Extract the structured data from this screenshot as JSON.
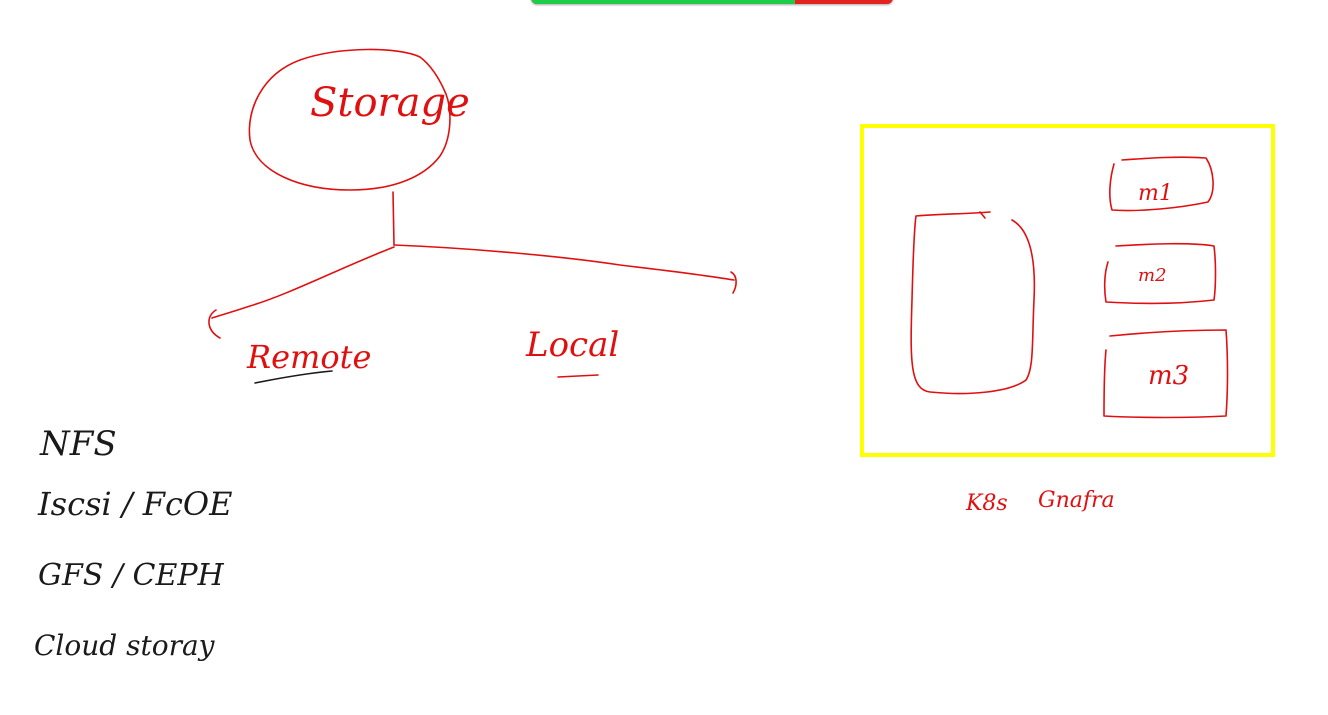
{
  "top_bar": {
    "progress": 0.73,
    "fill_color": "#1fcc4a",
    "rest_color": "#e52222"
  },
  "colors": {
    "ink_red": "#e01010",
    "ink_dark": "#1a1a1a",
    "frame_yellow": "#ffff00",
    "background": "#ffffff"
  },
  "diagram": {
    "root_label": "Storage",
    "branches": {
      "left": "Remote",
      "right": "Local"
    }
  },
  "remote_list": [
    "NFS",
    "Iscsi / FcOE",
    "GFS / CEPH",
    "Cloud storay"
  ],
  "cluster_box": {
    "nodes": [
      "m1",
      "m2",
      "m3"
    ],
    "caption_left": "K8s",
    "caption_right": "Gnafra"
  }
}
